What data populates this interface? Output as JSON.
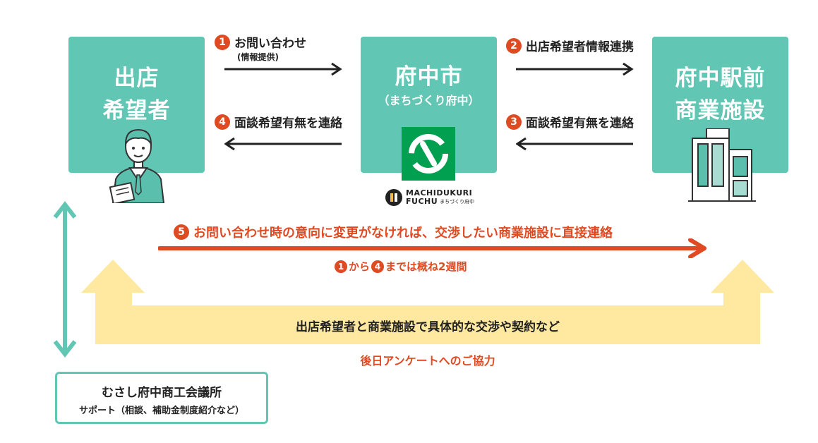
{
  "boxes": {
    "applicant": {
      "line1": "出店",
      "line2": "希望者"
    },
    "city": {
      "line1": "府中市",
      "line2": "（まちづくり府中）"
    },
    "facility": {
      "line1": "府中駅前",
      "line2": "商業施設"
    }
  },
  "steps": {
    "step1": {
      "num": "1",
      "label": "お問い合わせ",
      "sub": "(情報提供)"
    },
    "step2": {
      "num": "2",
      "label": "出店希望者情報連携"
    },
    "step3": {
      "num": "3",
      "label": "面談希望有無を連絡"
    },
    "step4": {
      "num": "4",
      "label": "面談希望有無を連絡"
    },
    "step5": {
      "num": "5",
      "label": "お問い合わせ時の意向に変更がなければ、交渉したい商業施設に直接連絡"
    }
  },
  "duration": {
    "from": "1",
    "mid": "から",
    "to": "4",
    "text": "までは概ね2週間"
  },
  "logo": {
    "line1": "MACHIDUKURI",
    "line2": "FUCHU",
    "tag": "まちづくり府中"
  },
  "negotiation": "出店希望者と商業施設で具体的な交渉や契約など",
  "survey": "後日アンケートへのご協力",
  "chamber": {
    "title": "むさし府中商工会議所",
    "subtitle": "サポート（相談、補助金制度紹介など）"
  },
  "colors": {
    "teal": "#62c6b5",
    "orange": "#e04a22",
    "yellow": "#ffe9a0",
    "green": "#00a050"
  }
}
